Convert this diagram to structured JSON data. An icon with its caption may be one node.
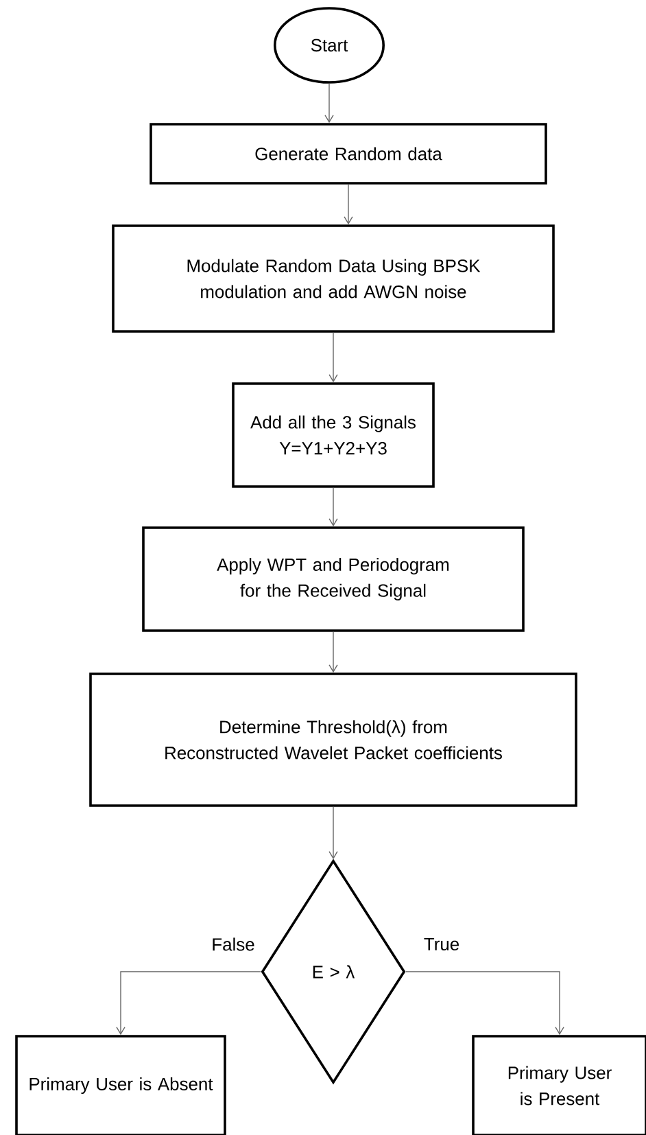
{
  "diagram": {
    "nodes": [
      {
        "text": [
          "Start"
        ]
      },
      {
        "text": [
          "Generate Random data"
        ]
      },
      {
        "text": [
          "Modulate Random Data Using BPSK modulation and add AWGN noise"
        ]
      },
      {
        "text": [
          "Add all the 3 Signals Y=Y1+Y2+Y3"
        ]
      },
      {
        "text": [
          "Apply WPT and Periodogram for the Received Signal"
        ]
      },
      {
        "text": [
          "Determine Threshold(λ) from Reconstructed Wavelet Packet coefficients"
        ]
      },
      {
        "text": [
          "E > λ"
        ]
      },
      {
        "text": [
          "Primary User is Absent"
        ]
      },
      {
        "text": [
          "Primary User is Present"
        ]
      }
    ],
    "edges": [
      {
        "from": 0,
        "to": 1,
        "arrow": "to"
      },
      {
        "from": 1,
        "to": 2,
        "arrow": "to"
      },
      {
        "from": 2,
        "to": 3,
        "arrow": "to"
      },
      {
        "from": 3,
        "to": 4,
        "arrow": "to"
      },
      {
        "from": 4,
        "to": 5,
        "arrow": "to"
      },
      {
        "from": 5,
        "to": 6,
        "arrow": "to"
      },
      {
        "from": 6,
        "to": 7,
        "arrow": "to",
        "label": "False"
      },
      {
        "from": 6,
        "to": 8,
        "arrow": "to",
        "label": "True"
      }
    ]
  }
}
